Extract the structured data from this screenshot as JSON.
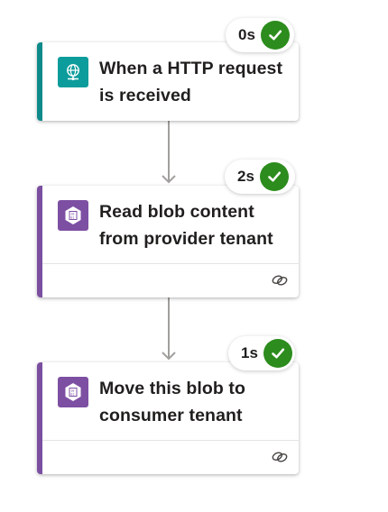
{
  "colors": {
    "trigger_accent": "#0f8a8a",
    "trigger_icon_bg": "#0d9c9c",
    "action_accent": "#7b4fa0",
    "action_icon_bg": "#7d4fa3",
    "success": "#2c8c1d",
    "connector": "#a19f9d"
  },
  "steps": [
    {
      "title": "When a HTTP request is received",
      "duration": "0s",
      "status": "succeeded",
      "icon": "http-request-icon",
      "has_connection": false
    },
    {
      "title": "Read blob content from provider tenant",
      "duration": "2s",
      "status": "succeeded",
      "icon": "azure-blob-storage-icon",
      "has_connection": true,
      "connection_icon": "link-icon"
    },
    {
      "title": "Move this blob to consumer tenant",
      "duration": "1s",
      "status": "succeeded",
      "icon": "azure-blob-storage-icon",
      "has_connection": true,
      "connection_icon": "link-icon"
    }
  ]
}
